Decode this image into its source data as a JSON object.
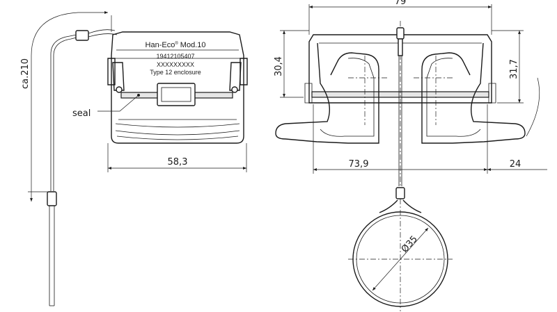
{
  "front_view": {
    "label_plate": {
      "line1": "Han-Eco",
      "line1_sup": "®",
      "line1_end": " Mod.10",
      "line2": "19412105407",
      "line3": "XXXXXXXXX",
      "line4": "Type 12 enclosure"
    },
    "seal_label": "seal",
    "cable_length_label": "ca.210",
    "width_label": "58,3"
  },
  "side_view": {
    "top_width_label": "79",
    "height_left_label": "30,4",
    "height_right_label": "31,7",
    "body_width_label": "73,9",
    "overhang_label": "24",
    "ring_diameter_label": "Ø35"
  }
}
